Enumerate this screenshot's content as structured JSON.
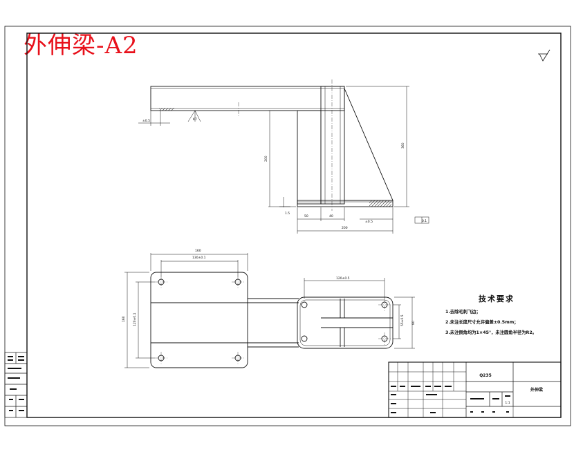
{
  "title": "外伸梁-A2",
  "tech": {
    "heading": "技术要求",
    "items": [
      "1.去除毛刺飞边；",
      "2.未注长度尺寸允许偏差±0.5mm；",
      "3.未注倒角均为1×45°，未注圆角半径为R2。"
    ]
  },
  "title_block": {
    "material": "Q235",
    "part_name": "外伸梁",
    "scale": "1:1"
  },
  "colors": {
    "title": "#e8101a",
    "line": "#111111"
  }
}
